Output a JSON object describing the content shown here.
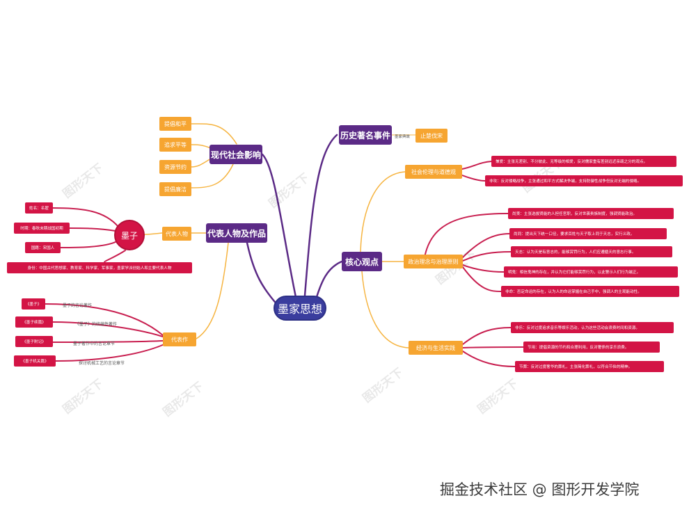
{
  "root": "墨家思想",
  "modern": {
    "title": "现代社会影响",
    "items": [
      "提倡和平",
      "追求平等",
      "资源节约",
      "提倡廉洁"
    ]
  },
  "history": {
    "title": "历史著名事件",
    "relation": "墨家典故",
    "event": "止楚伐宋"
  },
  "people": {
    "title": "代表人物及作品",
    "rep_label": "代表人物",
    "mozi": "墨子",
    "mozi_attrs": [
      "姓名：名翟",
      "时期：春秋末期战国初期",
      "国籍：宋国人"
    ],
    "identity": "身份：中国古代思想家、教育家、科学家、军事家，墨家学派创始人和主要代表人物",
    "works_label": "代表作",
    "works": [
      {
        "name": "《墨子》",
        "note": "墨子的言论著作"
      },
      {
        "name": "《墨子续篇》",
        "note": "《墨子》的续编性著作"
      },
      {
        "name": "《墨子附记》",
        "note": "墨子著作中的言论章节"
      },
      {
        "name": "《墨子机关篇》",
        "note": "探讨机械工艺的言论章节"
      }
    ]
  },
  "core": {
    "title": "核心观点",
    "branches": [
      {
        "label": "社会伦理与道德观",
        "items": [
          "兼爱：主张无差别、不分彼此、无等级的相爱，反对儒家重有差别远近亲疏之分的观点。",
          "非攻：反对侵略战争，主张通过和平方式解决争端，支持防御性战争但反对无端的侵略。"
        ]
      },
      {
        "label": "政治理念与治理原则",
        "items": [
          "尚贤：主张选拔贤能的人担任官职，反对世袭贵族制度，强调贤能政治。",
          "尚同：提出天下统一口径，要求百姓与天子取上同于天志，实行义政。",
          "天志：认为天是有意志的，能够赏罚行为，人们应遵循天的意志行事。",
          "明鬼：相信鬼神的存在，并认为它们能够赏罚行为，以此警示人们行为端正。",
          "非命：否定命运的存在，认为人的命运掌握在自己手中，强调人的主观能动性。"
        ]
      },
      {
        "label": "经济与生活实践",
        "items": [
          "非乐：反对过度追求音乐等娱乐活动，认为这些活动会浪费时间和资源。",
          "节用：提倡资源的节约和合理利用，反对奢侈的享乐浪费。",
          "节葬：反对过度奢华的葬礼，主张简化葬礼，以符合节俭的精神。"
        ]
      }
    ]
  },
  "watermark": "图形天下",
  "credit": "掘金技术社区 @ 图形开发学院",
  "colors": {
    "root": "#3a3d9e",
    "level1": "#5b2a86",
    "orange": "#f6a531",
    "red": "#d31445",
    "link_purple": "#5b2a86",
    "link_orange": "#f6b440",
    "link_red": "#c81e4f"
  }
}
